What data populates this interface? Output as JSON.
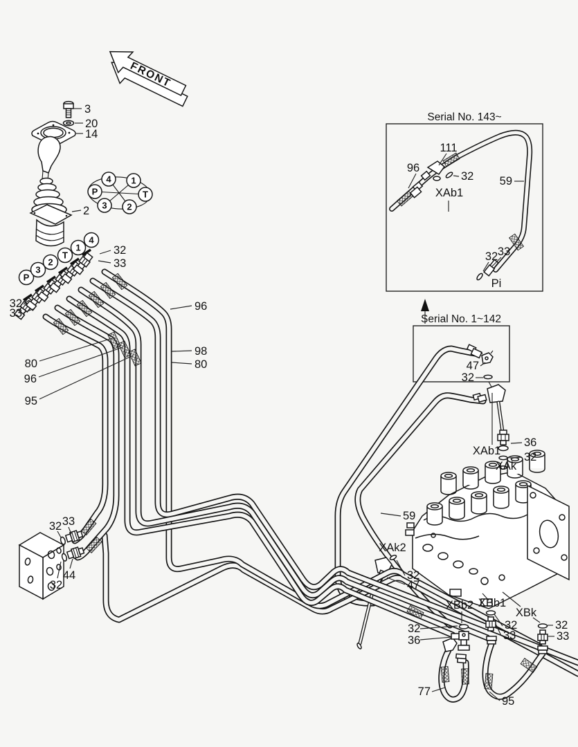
{
  "front_label": "FRONT",
  "joystick": {
    "bolt": "3",
    "washer": "20",
    "plate": "14",
    "assembly": "2"
  },
  "port_diagram": {
    "ports": [
      "4",
      "1",
      "P",
      "T",
      "3",
      "2"
    ]
  },
  "hose_ports": [
    "P",
    "3",
    "2",
    "T",
    "1",
    "4"
  ],
  "fitting_labels": {
    "right_32": "32",
    "right_33": "33",
    "left_32": "32",
    "left_33": "33"
  },
  "routing_labels": {
    "right_96": "96",
    "right_98": "98",
    "right_80": "80",
    "left_80": "80",
    "left_96": "96",
    "left_95": "95"
  },
  "inset_serial_143": {
    "title": "Serial No. 143~",
    "l_111": "111",
    "l_96": "96",
    "l_32_top": "32",
    "l_xab1": "XAb1",
    "l_59": "59",
    "l_32_bottom": "32",
    "l_33": "33",
    "l_pi": "Pi"
  },
  "inset_serial_142": {
    "title": "Serial No. 1~142",
    "l_47": "47",
    "l_32": "32"
  },
  "valve_area": {
    "l_36": "36",
    "l_32": "32",
    "l_xab1": "XAb1",
    "l_xak": "XAk",
    "l_59": "59",
    "l_xak2": "XAk2",
    "l_xak2_32": "32",
    "l_xak2_47": "47",
    "l_xbb2": "XBb2",
    "l_xbb1": "XBb1",
    "l_xbk": "XBk",
    "l_tee_32": "32",
    "l_tee_36": "36",
    "l_xbb1_32": "32",
    "l_xbb1_33": "33",
    "l_xbk_32": "32",
    "l_xbk_33": "33",
    "l_77": "77",
    "l_95": "95"
  },
  "manifold": {
    "l_33": "33",
    "l_32_top": "32",
    "l_44": "44",
    "l_32_bottom": "32"
  }
}
